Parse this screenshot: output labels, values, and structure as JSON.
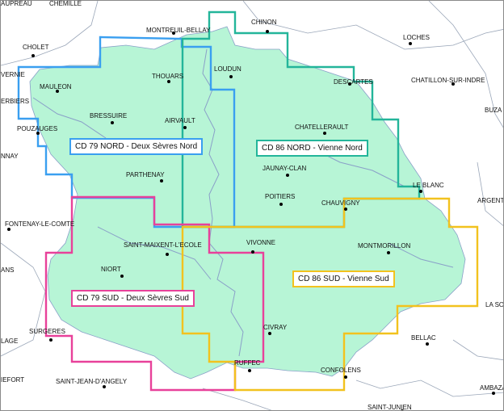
{
  "colors": {
    "territory_fill": "#b7f5d6",
    "nord79": "#3a9ff0",
    "nord86": "#23b59a",
    "sud79": "#e8419a",
    "sud86": "#f2c21e",
    "boundary": "#8aa0c8"
  },
  "zones": [
    {
      "id": "cd79nord",
      "label": "CD 79 NORD - Deux Sèvres Nord"
    },
    {
      "id": "cd86nord",
      "label": "CD 86 NORD - Vienne Nord"
    },
    {
      "id": "cd79sud",
      "label": "CD 79 SUD - Deux Sèvres Sud"
    },
    {
      "id": "cd86sud",
      "label": "CD 86 SUD - Vienne Sud"
    }
  ],
  "cities": [
    {
      "name": "CHINON"
    },
    {
      "name": "MONTREUIL-BELLAY"
    },
    {
      "name": "LOCHES"
    },
    {
      "name": "CHOLET"
    },
    {
      "name": "LOUDUN"
    },
    {
      "name": "THOUARS"
    },
    {
      "name": "MAULEON"
    },
    {
      "name": "DESCARTES"
    },
    {
      "name": "CHATILLON-SUR-INDRE"
    },
    {
      "name": "BRESSUIRE"
    },
    {
      "name": "AIRVAULT"
    },
    {
      "name": "CHATELLERAULT"
    },
    {
      "name": "POUZAUGES"
    },
    {
      "name": "PARTHENAY"
    },
    {
      "name": "JAUNAY-CLAN"
    },
    {
      "name": "POITIERS"
    },
    {
      "name": "CHAUVIGNY"
    },
    {
      "name": "LE BLANC"
    },
    {
      "name": "FONTENAY-LE-COMTE"
    },
    {
      "name": "SAINT-MAIXENT-L'ECOLE"
    },
    {
      "name": "VIVONNE"
    },
    {
      "name": "MONTMORILLON"
    },
    {
      "name": "NIORT"
    },
    {
      "name": "CIVRAY"
    },
    {
      "name": "SURGERES"
    },
    {
      "name": "BELLAC"
    },
    {
      "name": "RUFFEC"
    },
    {
      "name": "CONFOLENS"
    },
    {
      "name": "SAINT-JEAN-D'ANGELY"
    },
    {
      "name": "SAINT-JUNIEN"
    },
    {
      "name": "AMBAZAC"
    }
  ],
  "edge_labels": [
    {
      "name": "AUPREAU"
    },
    {
      "name": "CHEMILLE"
    },
    {
      "name": "VERNIE"
    },
    {
      "name": "ERBIERS"
    },
    {
      "name": "NNAY"
    },
    {
      "name": "BUZA"
    },
    {
      "name": "ARGENT"
    },
    {
      "name": "ANS"
    },
    {
      "name": "LA SO"
    },
    {
      "name": "LAGE"
    },
    {
      "name": "IEFORT"
    }
  ]
}
